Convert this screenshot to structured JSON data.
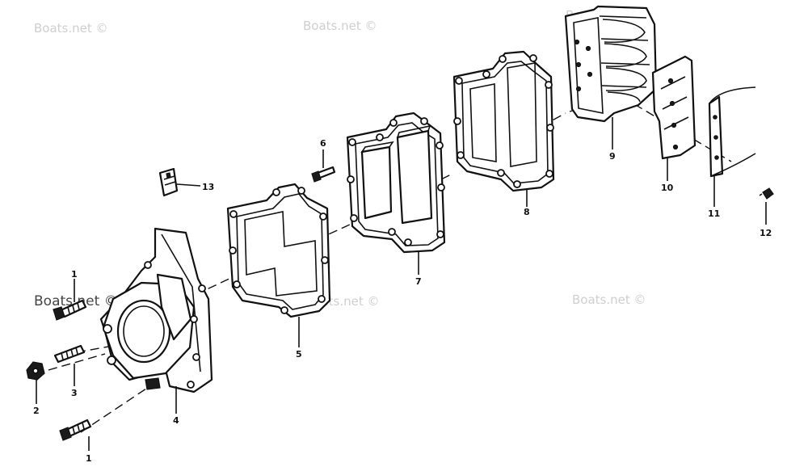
{
  "watermark": "Boats.net ©",
  "callouts": {
    "c1a": "1",
    "c1b": "1",
    "c2": "2",
    "c3": "3",
    "c4": "4",
    "c5": "5",
    "c6": "6",
    "c7": "7",
    "c8": "8",
    "c9": "9",
    "c10": "10",
    "c11": "11",
    "c12": "12",
    "c13": "13"
  }
}
